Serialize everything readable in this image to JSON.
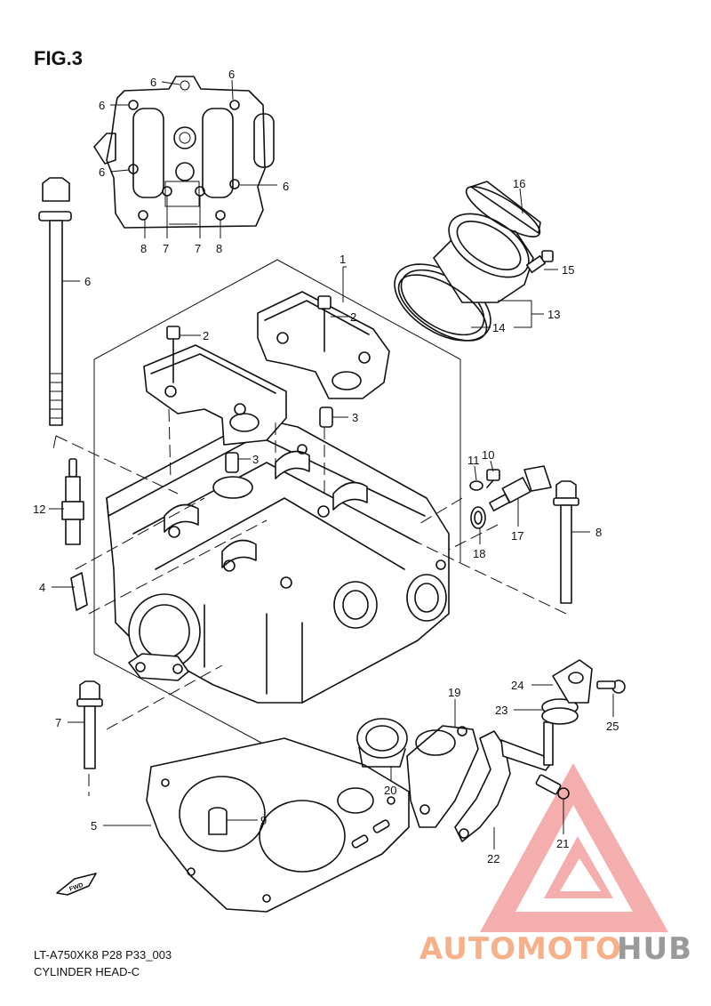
{
  "figure_label": "FIG.3",
  "footer": {
    "model_line": "LT-A750XK8 P28 P33_003",
    "title_line": "CYLINDER HEAD-C"
  },
  "watermark": {
    "part_a": "AUTOMOTO",
    "part_b": "HUB",
    "color_a": "#f6b08a",
    "color_b": "#9a9a9a",
    "logo_color": "#f3a0a0"
  },
  "fwd_mark": "FWD",
  "callouts": {
    "top_view": [
      "6",
      "6",
      "6",
      "6",
      "6",
      "8",
      "7",
      "7",
      "8"
    ],
    "main": [
      "1",
      "2",
      "2",
      "3",
      "3",
      "4",
      "5",
      "6",
      "7",
      "8",
      "9",
      "10",
      "11",
      "12",
      "13",
      "14",
      "15",
      "16",
      "17",
      "18",
      "19",
      "20",
      "21",
      "22",
      "23",
      "24",
      "25"
    ]
  }
}
